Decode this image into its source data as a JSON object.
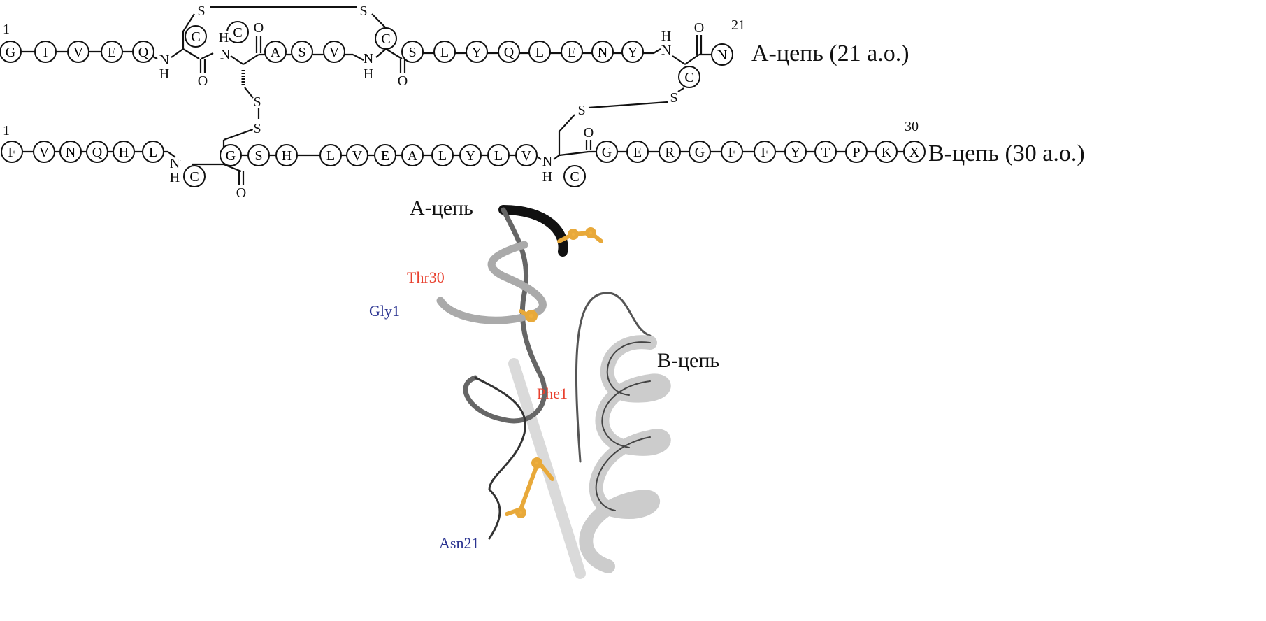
{
  "scheme": {
    "a_chain": {
      "residues": [
        "G",
        "I",
        "V",
        "E",
        "Q",
        "C",
        "C",
        "A",
        "S",
        "V",
        "C",
        "S",
        "L",
        "Y",
        "Q",
        "L",
        "E",
        "N",
        "Y",
        "C",
        "N"
      ],
      "start_number": "1",
      "end_number": "21",
      "label": "А-цепь (21 а.о.)"
    },
    "b_chain": {
      "residues": [
        "F",
        "V",
        "N",
        "Q",
        "H",
        "L",
        "C",
        "G",
        "S",
        "H",
        "L",
        "V",
        "E",
        "A",
        "L",
        "Y",
        "L",
        "V",
        "C",
        "G",
        "E",
        "R",
        "G",
        "F",
        "F",
        "Y",
        "T",
        "P",
        "K",
        "X"
      ],
      "start_number": "1",
      "end_number": "30",
      "label": "В-цепь (30 а.о.)"
    },
    "atoms": {
      "sulfur": "S",
      "nitrogen": "N",
      "hydrogen": "H",
      "oxygen": "O"
    }
  },
  "structure": {
    "a_chain_label": "А-цепь",
    "b_chain_label": "В-цепь",
    "thr30": "Thr30",
    "gly1": "Gly1",
    "phe1": "Phe1",
    "asn21": "Asn21"
  },
  "colors": {
    "red_label": "#e8412f",
    "blue_label": "#2b3491",
    "disulfide": "#e8a93a",
    "ribbon": "#d9d9d9"
  }
}
